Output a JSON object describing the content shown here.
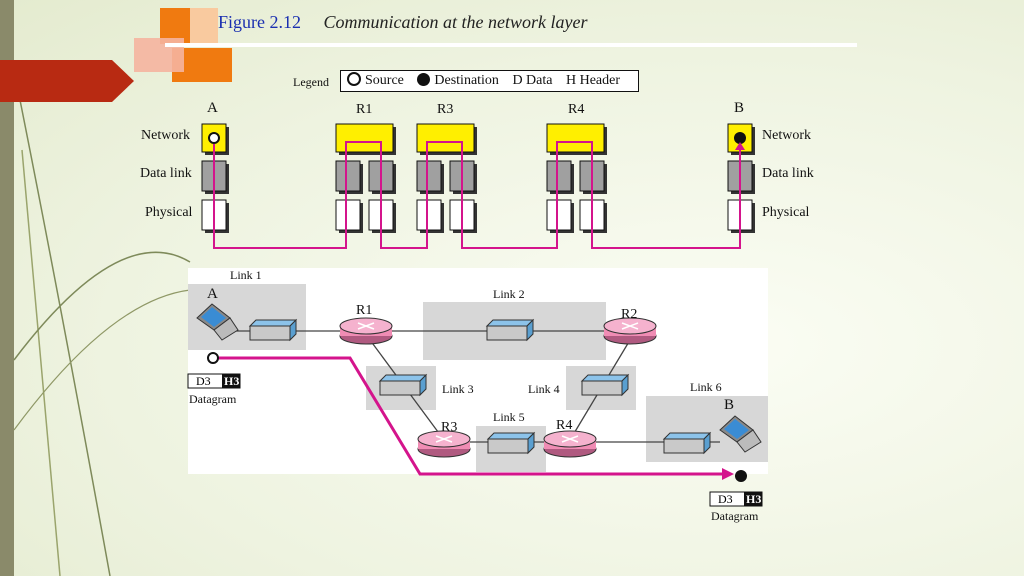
{
  "figure": {
    "number": "Figure 2.12",
    "title": "Communication at the network layer"
  },
  "legend": {
    "label": "Legend",
    "source": "Source",
    "destination": "Destination",
    "data": "D Data",
    "header": "H Header"
  },
  "top_diagram": {
    "host_a": "A",
    "host_b": "B",
    "routers": [
      "R1",
      "R3",
      "R4"
    ],
    "layers_left": [
      "Network",
      "Data link",
      "Physical"
    ],
    "layers_right": [
      "Network",
      "Data link",
      "Physical"
    ]
  },
  "bottom_diagram": {
    "links": [
      "Link 1",
      "Link 2",
      "Link 3",
      "Link 4",
      "Link 5",
      "Link 6"
    ],
    "routers": [
      "R1",
      "R2",
      "R3",
      "R4"
    ],
    "host_a": "A",
    "host_b": "B",
    "source_datagram": {
      "data": "D3",
      "header": "H3",
      "label": "Datagram"
    },
    "dest_datagram": {
      "data": "D3",
      "header": "H3",
      "label": "Datagram"
    }
  },
  "colors": {
    "network_box": "#ffef00",
    "datalink_box": "#a0a0a0",
    "path": "#d4148c",
    "router": "#f08cb4",
    "switch": "#5a9fd0",
    "gray_area": "#d7d7d7",
    "accent_orange": "#f07a10",
    "accent_red": "#b82a12"
  }
}
